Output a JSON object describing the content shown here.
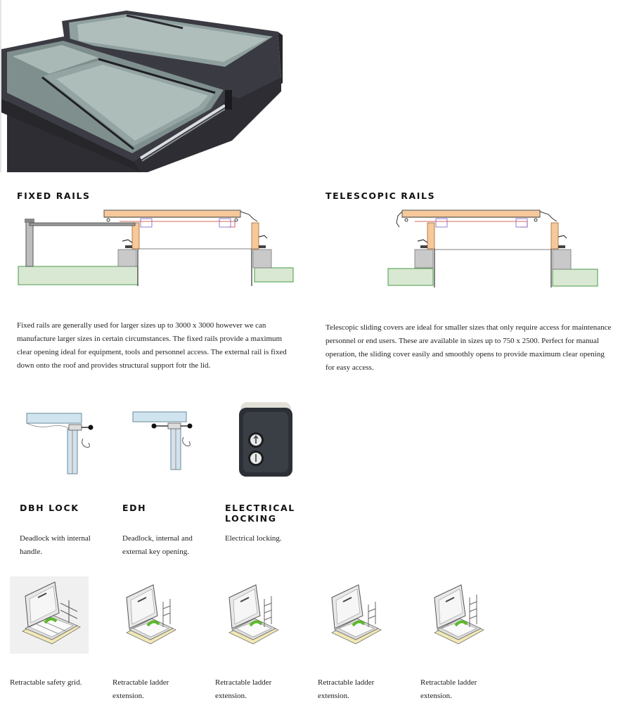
{
  "sections": {
    "fixed": {
      "title": "FIXED RAILS",
      "text": "Fixed rails are generally used for larger sizes up to 3000 x 3000 however we can manufacture larger sizes in certain circumstances. The fixed rails provide a maximum clear opening ideal for equipment, tools and personnel access. The external rail is fixed down onto the roof and provides structural support fotr the lid."
    },
    "telescopic": {
      "title": "TELESCOPIC RAILS",
      "text": "Telescopic sliding covers are ideal for smaller sizes that only require access for maintenance personnel or end users. These are available in sizes up to 750 x 2500. Perfect for manual operation, the sliding cover easily and smoothly opens to provide maximum clear opening for easy access."
    }
  },
  "locks": [
    {
      "title": "DBH LOCK",
      "text": "Deadlock with internal handle."
    },
    {
      "title": "EDH",
      "text": "Deadlock, internal and external key opening."
    },
    {
      "title": "ELECTRICAL LOCKING",
      "text": "Electrical locking."
    }
  ],
  "options": [
    {
      "text": "Retractable safety grid."
    },
    {
      "text": "Retractable ladder extension."
    },
    {
      "text": "Retractable ladder extension."
    },
    {
      "text": "Retractable ladder extension."
    },
    {
      "text": "Retractable ladder extension."
    }
  ],
  "colors": {
    "frame": "#33333a",
    "glass": "#9aa8a8",
    "timber": "#f6c89a",
    "ground": "#d9e8d2",
    "concrete": "#c9c9c9"
  }
}
